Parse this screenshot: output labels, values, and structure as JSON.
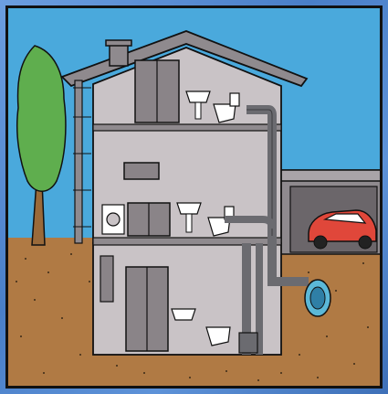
{
  "scene": {
    "palette": {
      "sky": "#4aa9dc",
      "ground": "#b07a44",
      "wall": "#c9c3c6",
      "roof": "#8f8a8e",
      "pipe": "#6b6b70",
      "door": "#8a8488",
      "tree_foliage": "#5fae4e",
      "tree_trunk": "#9a6a3a",
      "car": "#e0473a",
      "sewer_outlet": "#5bb8d8"
    },
    "objects": [
      "tree",
      "house",
      "roof",
      "chimney",
      "drainpipe",
      "door",
      "sink",
      "toilet",
      "washing-machine",
      "vent-pipe",
      "drain-stack",
      "sewer-outlet",
      "garage",
      "car",
      "cellar"
    ]
  }
}
